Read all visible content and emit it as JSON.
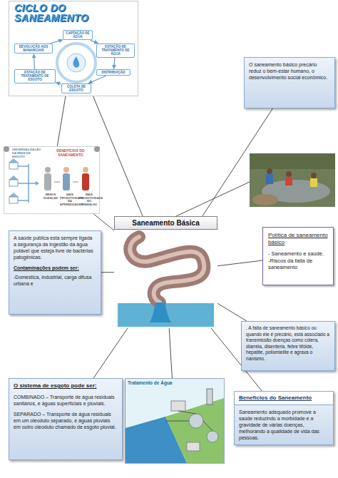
{
  "diagram": {
    "nodes": [
      {
        "text": [
          "CICLO DO SANEAMENTO"
        ]
      },
      {
        "text": [
          "CAPTAÇÃO DE ÁGUA"
        ],
        "in": 0
      },
      {
        "text": [
          "ESTAÇÃO DE TRATAMENTO DE ÁGUA"
        ],
        "in": 0
      },
      {
        "text": [
          "DISTRIBUIÇÃO"
        ],
        "in": 0
      },
      {
        "text": [
          "COLETA DE ESGOTO"
        ],
        "in": 0
      },
      {
        "text": [
          "ESTAÇÃO DE TRATAMENTO DE ESGOTO"
        ],
        "in": 0
      },
      {
        "text": [
          "DEVOLUÇÃO AOS MANANCIAIS"
        ],
        "in": 0
      },
      {
        "text": [
          "O saneamento básico precário reduz o bem-estar humano, o desenvolvimento social econômico."
        ]
      },
      {
        "text": [
          "UNIVERSALIZAÇÃO DA REDE DE ESGOTO",
          "BENEFÍCIOS DO SANEAMENTO",
          "MENOS DOENÇAS",
          "MAIS PRODUTIVIDADE NA APRENDIZAGEM",
          "MAIS PRODUTIVIDADE NO TRABALHO"
        ]
      },
      {
        "text": [
          "A saúde publica esta sempre ligada a segurança da ingestão da água potável que esteja livre de bactérias patogênicas.",
          "Contaminações podem ser:",
          "-Domestica, industrial, carga difusa urbana e"
        ]
      },
      {
        "text": [
          "Saneamento Básica"
        ]
      },
      {
        "text": [
          "Política de saneamento básico",
          "- Saneamento e saúde.",
          "-Riscos da falta de saneamento"
        ]
      },
      {
        "text": [
          ". A falta de saneamento básico ou quando ele é precário, está associado a transmissão doenças como cólera, diarréia, disenteria, febre tifóide, hepatite, poliomielite e agrava o nanismo."
        ]
      },
      {
        "text": [
          "O sistema de esgoto pode ser:",
          "COMBINADO – Transporte de água residuais sanitários, e águas superficiais e pluviais.",
          "SEPARADO – Transporte de água residuais em um oleoduto separado, e águas pluviais em outro oleoduto chamado de esgoto pluvial."
        ]
      },
      {
        "text": [
          "Tratamento de Água"
        ]
      },
      {
        "text": [
          "Benefícios do Saneamento",
          "Saneamento adequado promove a saúde reduzindo a morbidade e a gravidade de várias doenças, melhorando a qualidade de vida das pessoas."
        ]
      }
    ],
    "edges": [
      {
        "from": 1,
        "to": 2,
        "arrow": "to"
      },
      {
        "from": 2,
        "to": 3,
        "arrow": "to"
      },
      {
        "from": 3,
        "to": 4,
        "arrow": "to"
      },
      {
        "from": 4,
        "to": 5,
        "arrow": "to"
      },
      {
        "from": 5,
        "to": 6,
        "arrow": "to"
      },
      {
        "from": 6,
        "to": 1,
        "arrow": "to"
      },
      {
        "from": 0,
        "to": 8,
        "arrow": "none"
      },
      {
        "from": 10,
        "to": 0,
        "arrow": "none"
      },
      {
        "from": 10,
        "to": 7,
        "arrow": "none"
      },
      {
        "from": 10,
        "to": 8,
        "arrow": "none"
      },
      {
        "from": 10,
        "to": 9,
        "arrow": "none"
      },
      {
        "from": 10,
        "to": 11,
        "arrow": "none"
      },
      {
        "from": 10,
        "to": 12,
        "arrow": "none"
      },
      {
        "from": 10,
        "to": 13,
        "arrow": "none"
      },
      {
        "from": 10,
        "to": 14,
        "arrow": "none"
      },
      {
        "from": 10,
        "to": 15,
        "arrow": "none"
      }
    ]
  }
}
